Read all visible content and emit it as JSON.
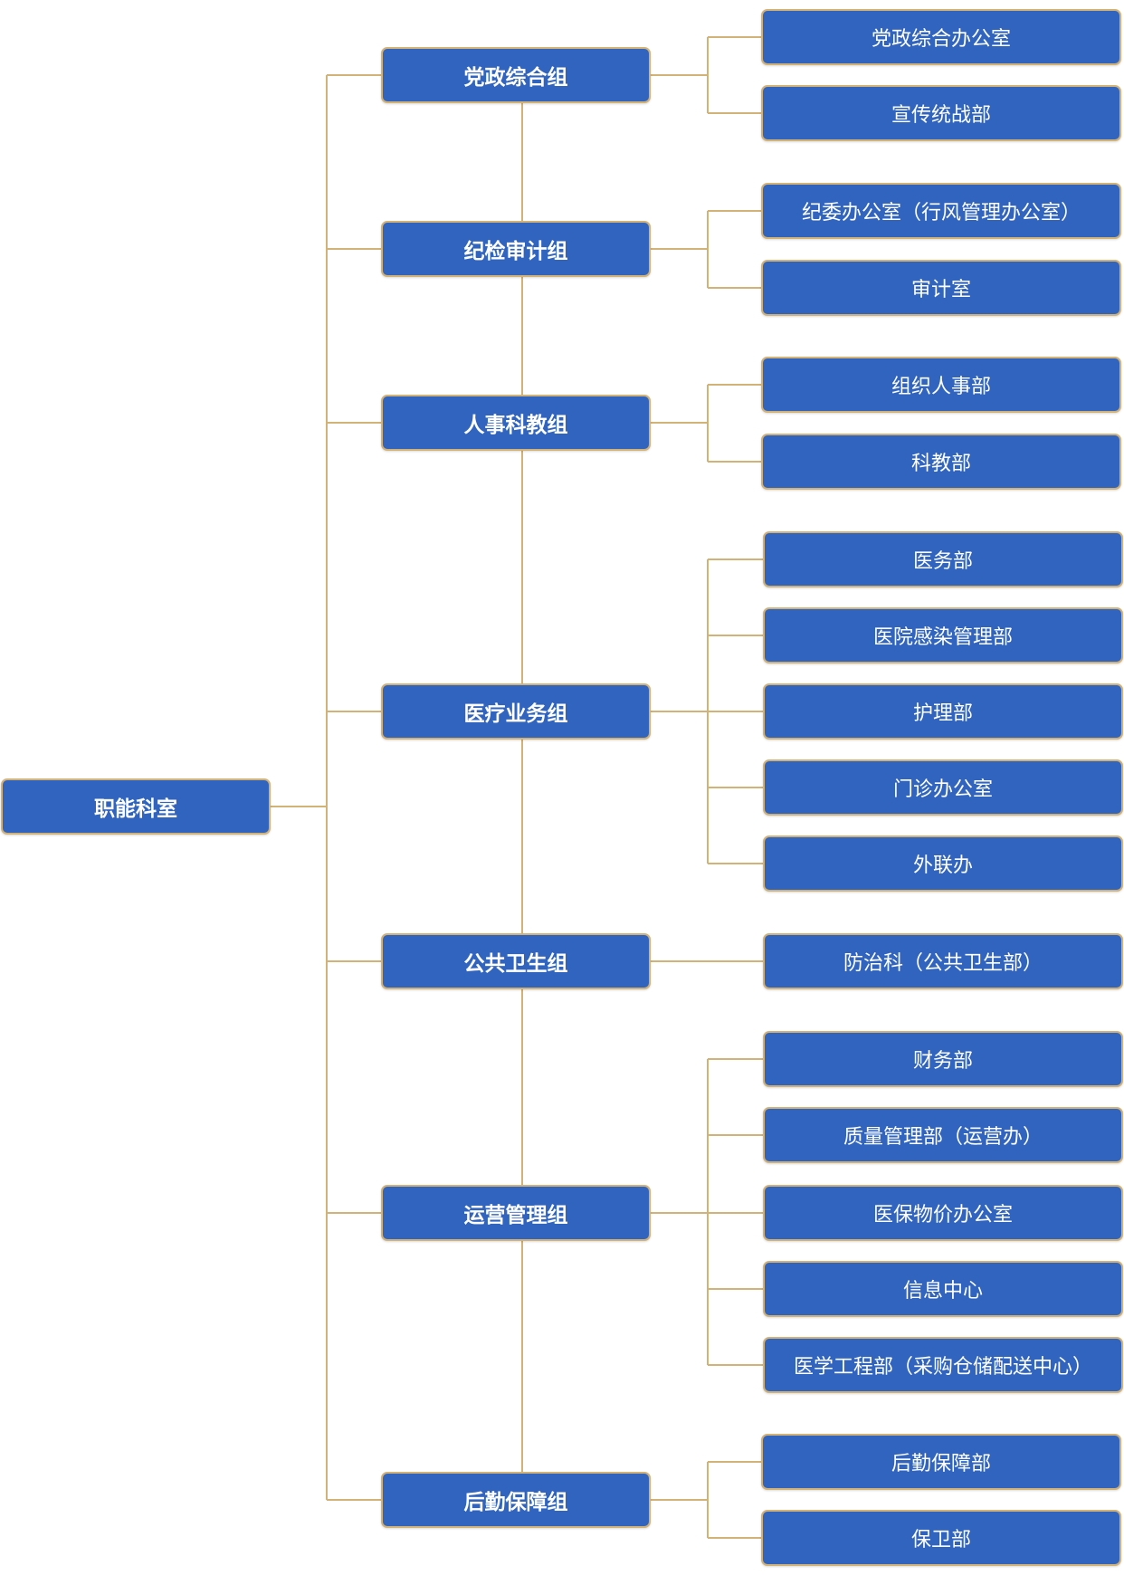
{
  "root": {
    "label": "职能科室"
  },
  "groups": [
    {
      "label": "党政综合组",
      "departments": [
        "党政综合办公室",
        "宣传统战部"
      ]
    },
    {
      "label": "纪检审计组",
      "departments": [
        "纪委办公室（行风管理办公室）",
        "审计室"
      ]
    },
    {
      "label": "人事科教组",
      "departments": [
        "组织人事部",
        "科教部"
      ]
    },
    {
      "label": "医疗业务组",
      "departments": [
        "医务部",
        "医院感染管理部",
        "护理部",
        "门诊办公室",
        "外联办"
      ]
    },
    {
      "label": "公共卫生组",
      "departments": [
        "防治科（公共卫生部）"
      ]
    },
    {
      "label": "运营管理组",
      "departments": [
        "财务部",
        "质量管理部（运营办）",
        "医保物价办公室",
        "信息中心",
        "医学工程部（采购仓储配送中心）"
      ]
    },
    {
      "label": "后勤保障组",
      "departments": [
        "后勤保障部",
        "保卫部"
      ]
    }
  ],
  "colors": {
    "box_fill": "#3164bf",
    "box_border": "#d2b277",
    "connector": "#d2b277",
    "text": "#ffffff"
  }
}
